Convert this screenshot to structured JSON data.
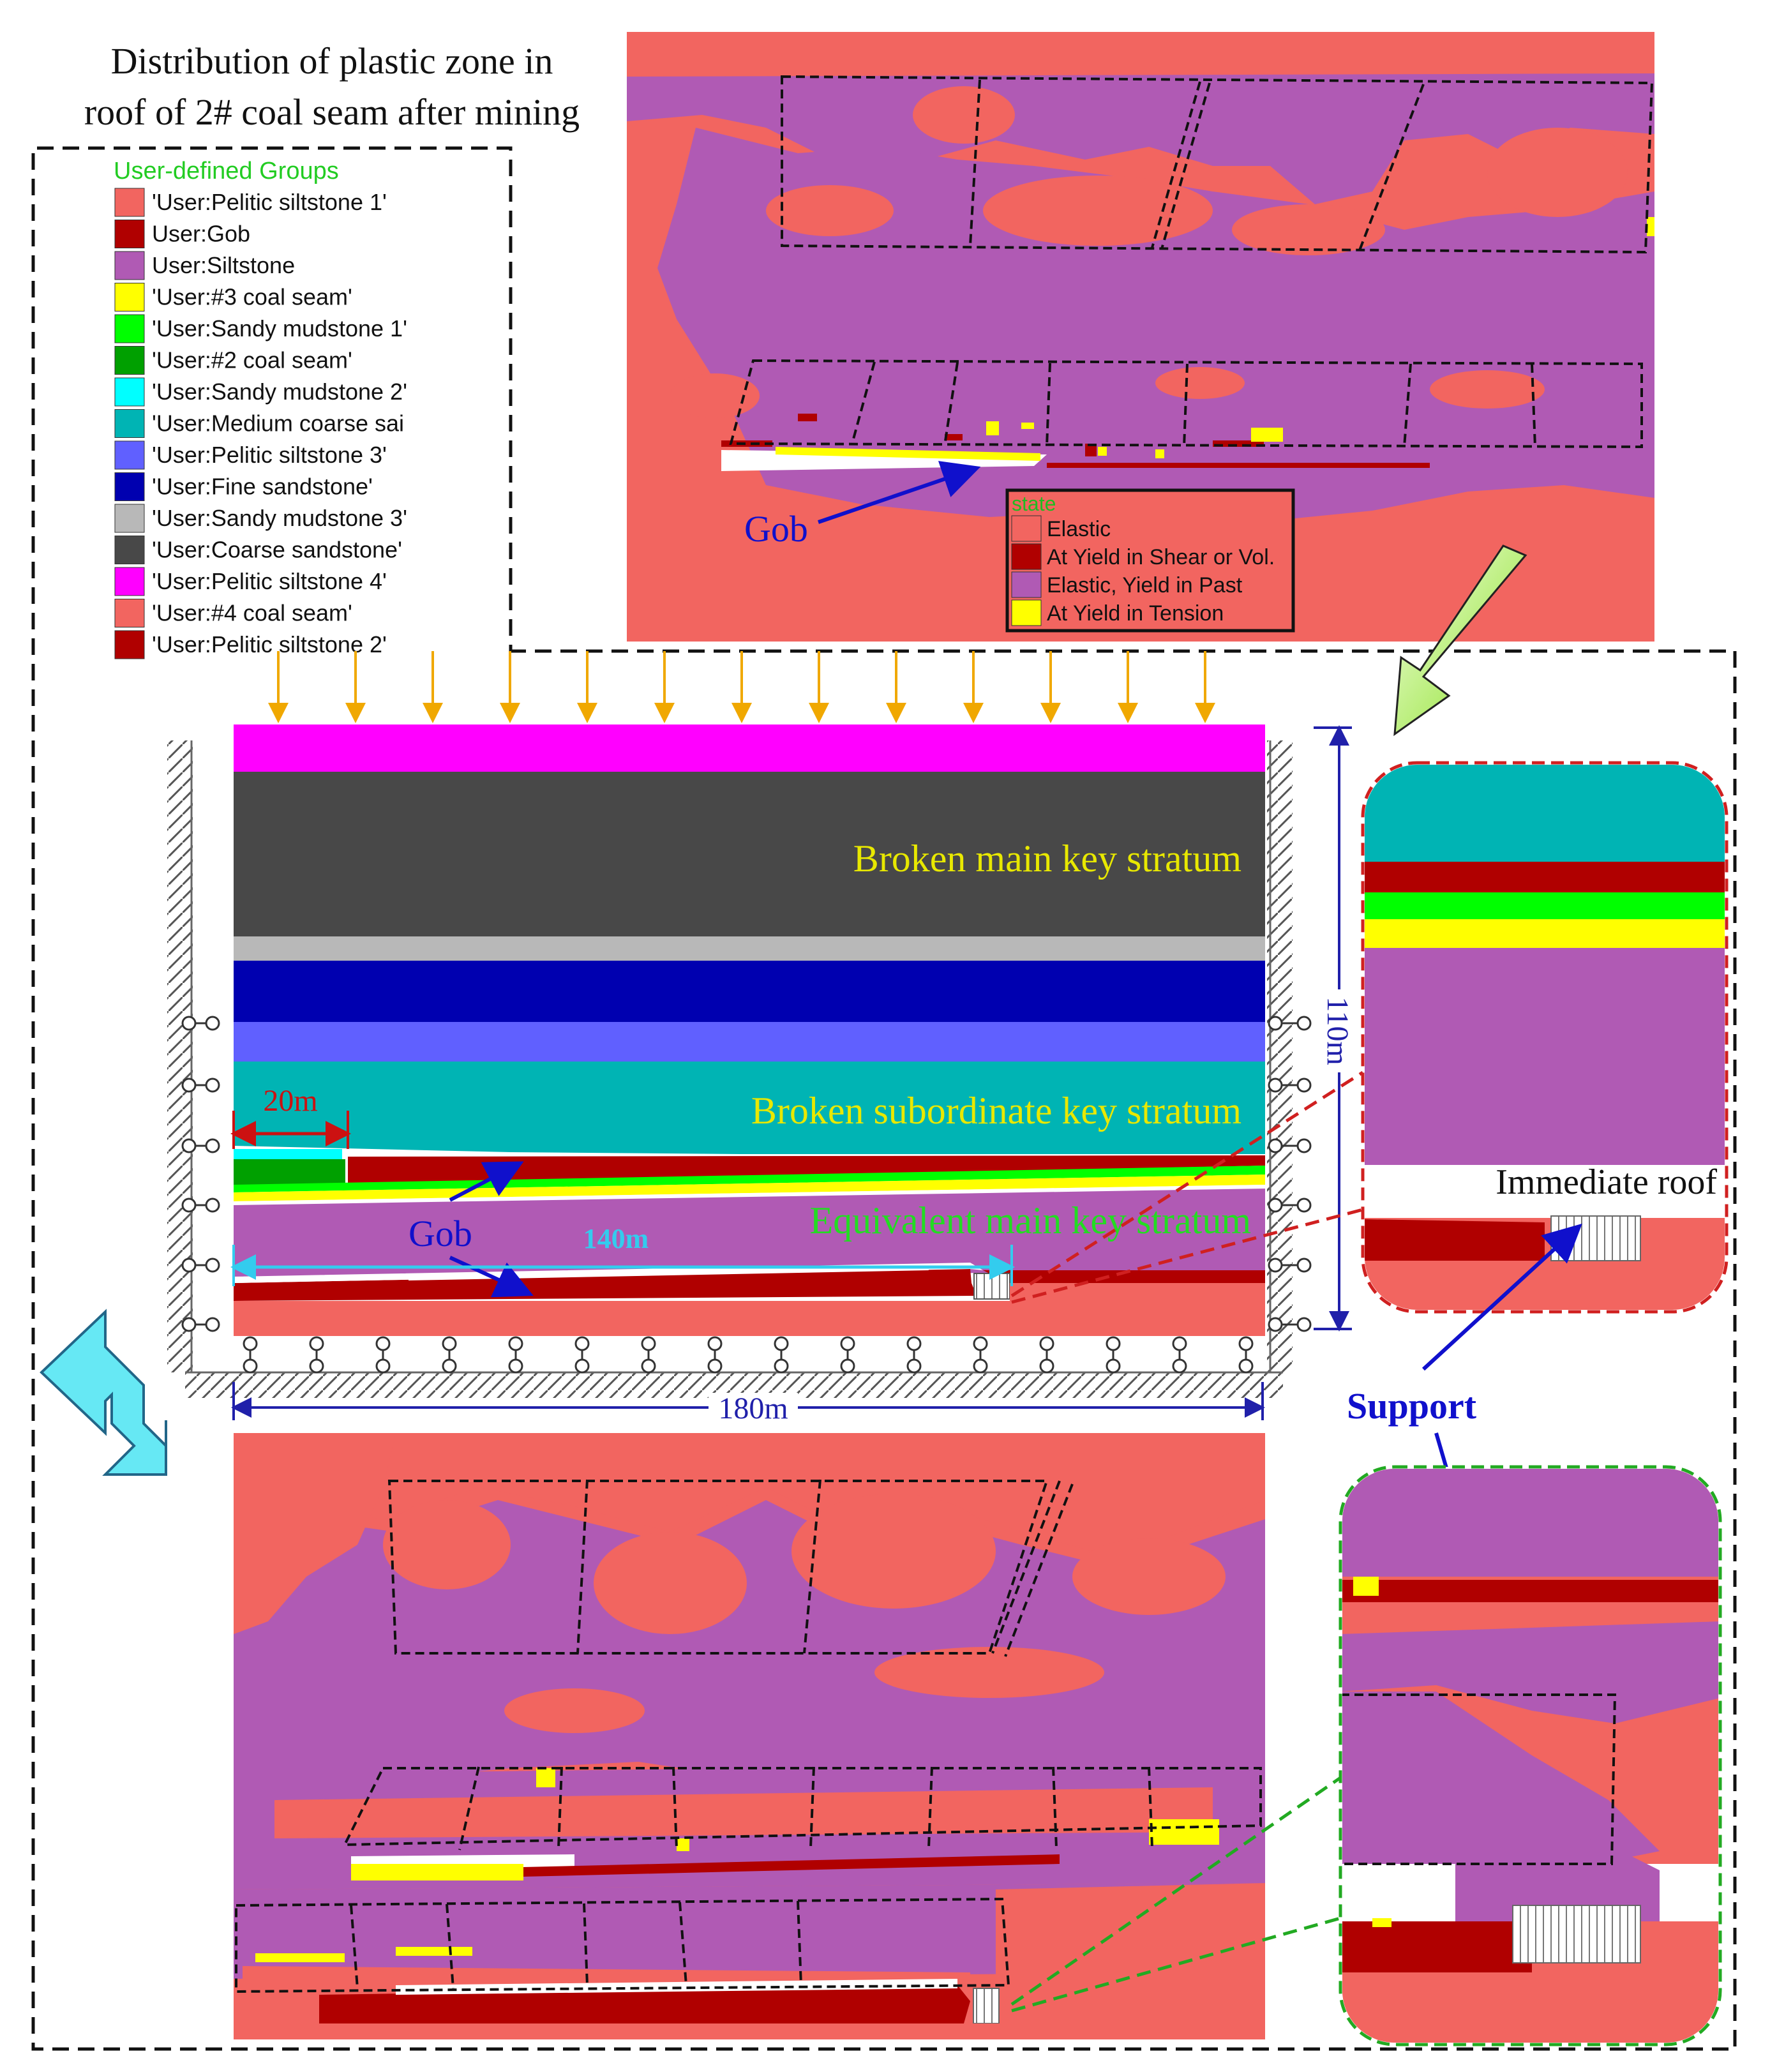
{
  "title": {
    "line1": "Distribution of plastic zone in",
    "line2": "roof of 2# coal seam after mining"
  },
  "group_legend": {
    "heading": "User-defined Groups",
    "items": [
      {
        "label": "'User:Pelitic siltstone 1'",
        "color": "#f26560"
      },
      {
        "label": "User:Gob",
        "color": "#b00000"
      },
      {
        "label": "User:Siltstone",
        "color": "#b05ab4"
      },
      {
        "label": "'User:#3 coal seam'",
        "color": "#ffff00"
      },
      {
        "label": "'User:Sandy mudstone 1'",
        "color": "#00ff00"
      },
      {
        "label": "'User:#2 coal seam'",
        "color": "#00a000"
      },
      {
        "label": "'User:Sandy mudstone 2'",
        "color": "#00ffff"
      },
      {
        "label": "'User:Medium coarse sai",
        "color": "#00b4b4"
      },
      {
        "label": "'User:Pelitic siltstone 3'",
        "color": "#6060ff"
      },
      {
        "label": "'User:Fine sandstone'",
        "color": "#0000b0"
      },
      {
        "label": "'User:Sandy mudstone 3'",
        "color": "#b8b8b8"
      },
      {
        "label": "'User:Coarse sandstone'",
        "color": "#484848"
      },
      {
        "label": "'User:Pelitic siltstone 4'",
        "color": "#ff00ff"
      },
      {
        "label": "'User:#4 coal seam'",
        "color": "#f26560"
      },
      {
        "label": "'User:Pelitic siltstone 2'",
        "color": "#b00000"
      }
    ]
  },
  "state_legend": {
    "heading": "state",
    "items": [
      {
        "label": "Elastic",
        "color": "#f26560"
      },
      {
        "label": "At Yield in Shear or Vol.",
        "color": "#b00000"
      },
      {
        "label": "Elastic, Yield in Past",
        "color": "#b05ab4"
      },
      {
        "label": "At Yield in Tension",
        "color": "#ffff00"
      }
    ]
  },
  "labels": {
    "gob_top": "Gob",
    "gob_model": "Gob",
    "broken_main_key": "Broken main key stratum",
    "broken_subordinate_key": "Broken  subordinate key stratum",
    "equivalent_main_key": "Equivalent main key stratum",
    "dim_20m": "20m",
    "dim_140m": "140m",
    "dim_180m": "180m",
    "dim_110m": "110m",
    "immediate_roof": "Immediate roof",
    "support": "Support"
  },
  "colors": {
    "elastic": "#f26560",
    "yield_past": "#b05ab4",
    "shear": "#b00000",
    "tension": "#ffff00",
    "label_yellow": "#e8e800",
    "label_green": "#22dd22",
    "label_blue": "#1010cc",
    "dim_red": "#cc1111",
    "dim_cyan": "#33ccee",
    "load_arrow": "#f0a800"
  }
}
